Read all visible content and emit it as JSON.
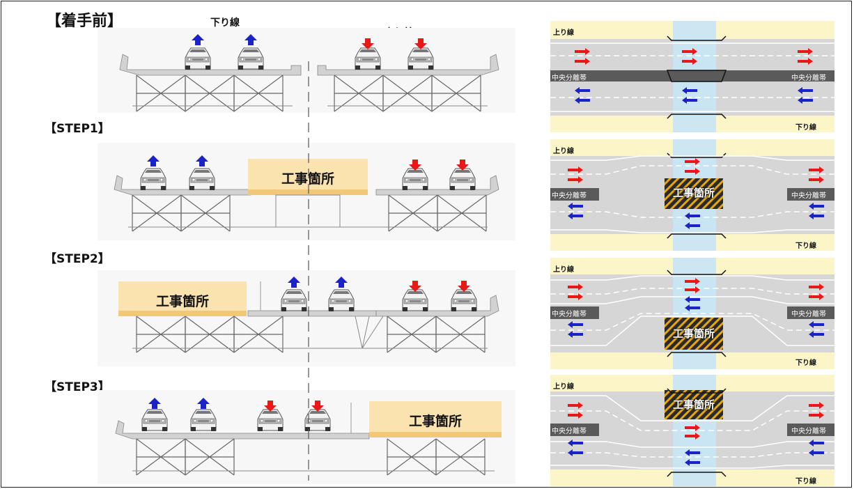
{
  "steps": {
    "before": "【着手前】",
    "step1": "【STEP1】",
    "step2": "【STEP2】",
    "step3": "【STEP3】"
  },
  "directions": {
    "down": "下り線",
    "up": "上り線"
  },
  "median_label": "中央分離帯",
  "work_area_label": "工事箇所",
  "colors": {
    "down_arrow": "#1a22c8",
    "up_arrow": "#e81818",
    "work_area": "#fbe3b0",
    "deck_gray": "#cfcfcf",
    "road_gray": "#d6d6d6",
    "shoulder": "#fbf5c8",
    "bridge_blue": "#c8e6f6",
    "median_dark": "#5a5a5a",
    "hatch": "#e8a800"
  },
  "icons": {
    "car": "car-front-icon",
    "arrow_up": "up-arrow-icon",
    "arrow_down": "down-arrow-icon",
    "lane_arrow_right": "right-arrow-icon",
    "lane_arrow_left": "left-arrow-icon"
  }
}
